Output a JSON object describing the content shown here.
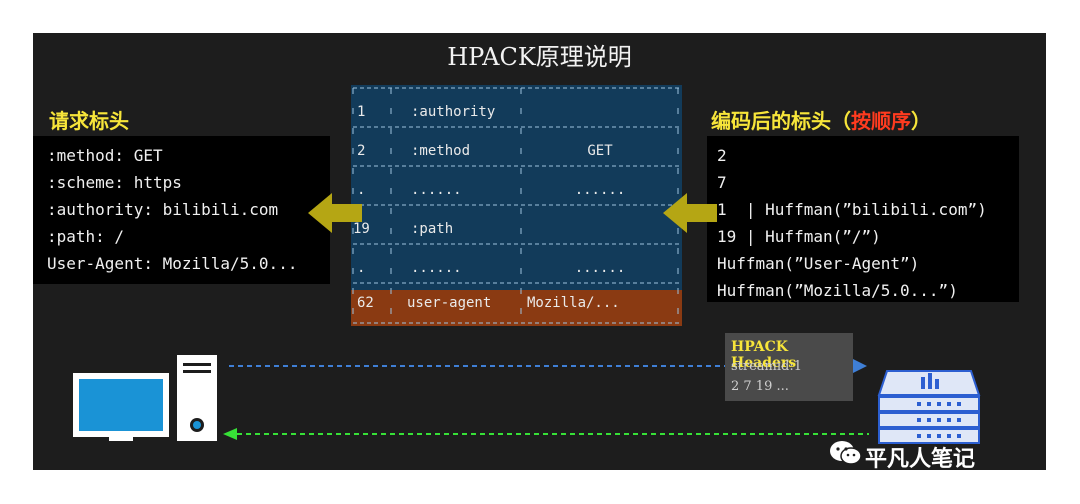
{
  "title": "HPACK原理说明",
  "request_headers": {
    "label": "请求标头",
    "lines": [
      ":method: GET",
      ":scheme: https",
      ":authority: bilibili.com",
      ":path: /",
      "User-Agent: Mozilla/5.0..."
    ]
  },
  "encoded_headers": {
    "label_main": "编码后的标头（",
    "label_highlight": "按顺序",
    "label_end": "）",
    "lines": [
      "2",
      "7",
      "1  | Huffman(”bilibili.com”)",
      "19 | Huffman(”/”)",
      "Huffman(”User-Agent”)",
      "Huffman(”Mozilla/5.0...”)"
    ]
  },
  "table": {
    "rows": [
      {
        "index": "1",
        "name": ":authority",
        "value": ""
      },
      {
        "index": "2",
        "name": ":method",
        "value": "GET"
      },
      {
        "index": ".",
        "name": "......",
        "value": "......"
      },
      {
        "index": "19",
        "name": ":path",
        "value": ""
      },
      {
        "index": ".",
        "name": "......",
        "value": "......"
      },
      {
        "index": "62",
        "name": "user-agent",
        "value": "Mozilla/..."
      }
    ],
    "colors": {
      "static": "#123b5a",
      "dynamic": "#8a3a12",
      "border": "#9ec3de"
    }
  },
  "hpack_frame": {
    "title": "HPACK Headers",
    "stream": "streamid:1",
    "payload": "2 7 19 ..."
  },
  "watermark": "平凡人笔记",
  "icons": {
    "client": "desktop-computer-icon",
    "server": "server-icon",
    "wechat": "wechat-icon"
  },
  "colors": {
    "accent_yellow": "#f7e53a",
    "highlight_red": "#ff3b1f",
    "arrow_olive": "#b5a614",
    "request_line": "#3f7fd6",
    "response_line": "#37e037",
    "screen_blue": "#1a93d6"
  }
}
